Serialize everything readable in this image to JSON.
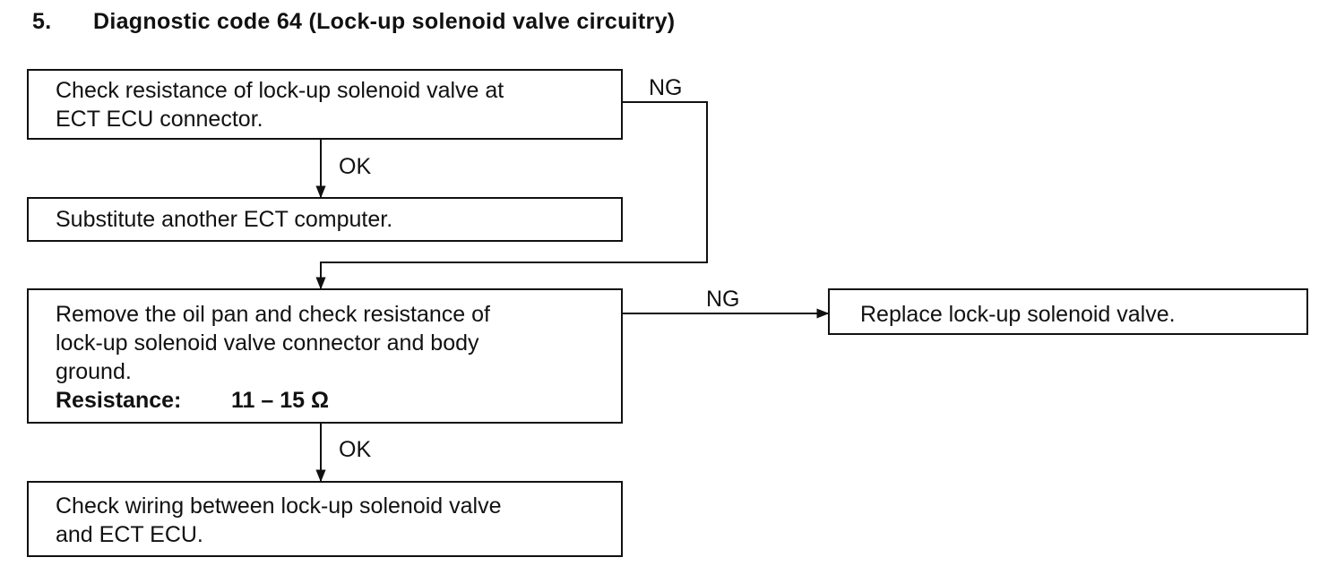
{
  "heading": {
    "number": "5.",
    "title": "Diagnostic code 64 (Lock-up solenoid valve circuitry)"
  },
  "steps": {
    "check_ecu": {
      "line1": "Check resistance of lock-up solenoid valve at",
      "line2": "ECT ECU connector."
    },
    "substitute": {
      "line1": "Substitute another ECT computer."
    },
    "remove_pan": {
      "line1": "Remove the oil pan and check resistance of",
      "line2": "lock-up solenoid valve connector and body",
      "line3": "ground.",
      "spec_label": "Resistance:",
      "spec_value": "11 – 15 Ω"
    },
    "replace": {
      "line1": "Replace lock-up solenoid valve."
    },
    "check_wiring": {
      "line1": "Check wiring between lock-up solenoid valve",
      "line2": "and ECT ECU."
    }
  },
  "labels": {
    "ng_1": "NG",
    "ok_1": "OK",
    "ng_2": "NG",
    "ok_2": "OK"
  }
}
